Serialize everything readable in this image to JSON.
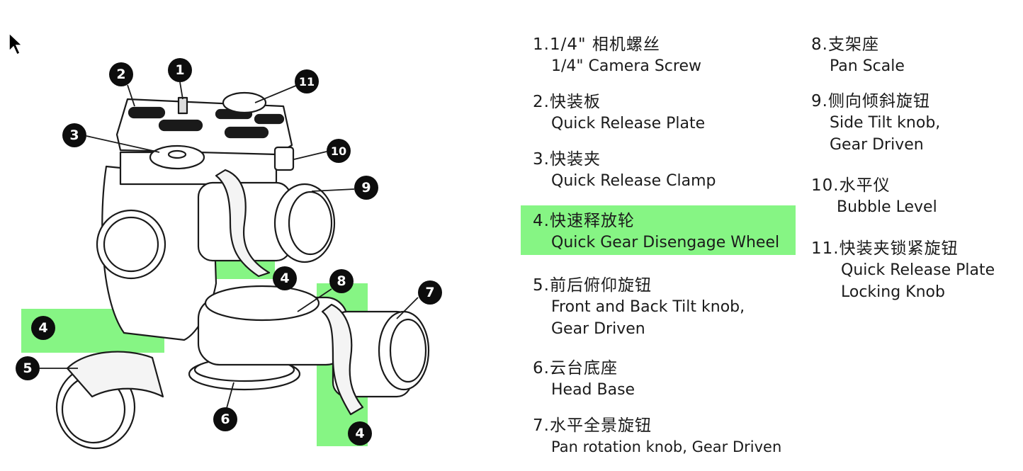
{
  "highlight_color": "#86f584",
  "callouts": [
    {
      "label": "1"
    },
    {
      "label": "2"
    },
    {
      "label": "3"
    },
    {
      "label": "4"
    },
    {
      "label": "4"
    },
    {
      "label": "4"
    },
    {
      "label": "5"
    },
    {
      "label": "6"
    },
    {
      "label": "7"
    },
    {
      "label": "8"
    },
    {
      "label": "9"
    },
    {
      "label": "10"
    },
    {
      "label": "11"
    }
  ],
  "legend": [
    {
      "zh": "1.1/4\" 相机螺丝",
      "en": "1/4\" Camera Screw"
    },
    {
      "zh": "2.快装板",
      "en": "Quick Release Plate"
    },
    {
      "zh": "3.快装夹",
      "en": "Quick Release Clamp"
    },
    {
      "zh": "4.快速释放轮",
      "en": "Quick Gear Disengage Wheel",
      "highlighted": true
    },
    {
      "zh": "5.前后俯仰旋钮",
      "en_lines": [
        "Front and Back Tilt knob,",
        "Gear Driven"
      ]
    },
    {
      "zh": "6.云台底座",
      "en": "Head Base"
    },
    {
      "zh": "7.水平全景旋钮",
      "en": "Pan rotation knob, Gear Driven"
    },
    {
      "zh": "8.支架座",
      "en": "Pan Scale"
    },
    {
      "zh": "9.侧向倾斜旋钮",
      "en_lines": [
        "Side Tilt knob,",
        "Gear Driven"
      ]
    },
    {
      "zh": "10.水平仪",
      "en": "Bubble Level"
    },
    {
      "zh": "11.快装夹锁紧旋钮",
      "en_lines": [
        "Quick Release Plate",
        "Locking Knob"
      ]
    }
  ]
}
